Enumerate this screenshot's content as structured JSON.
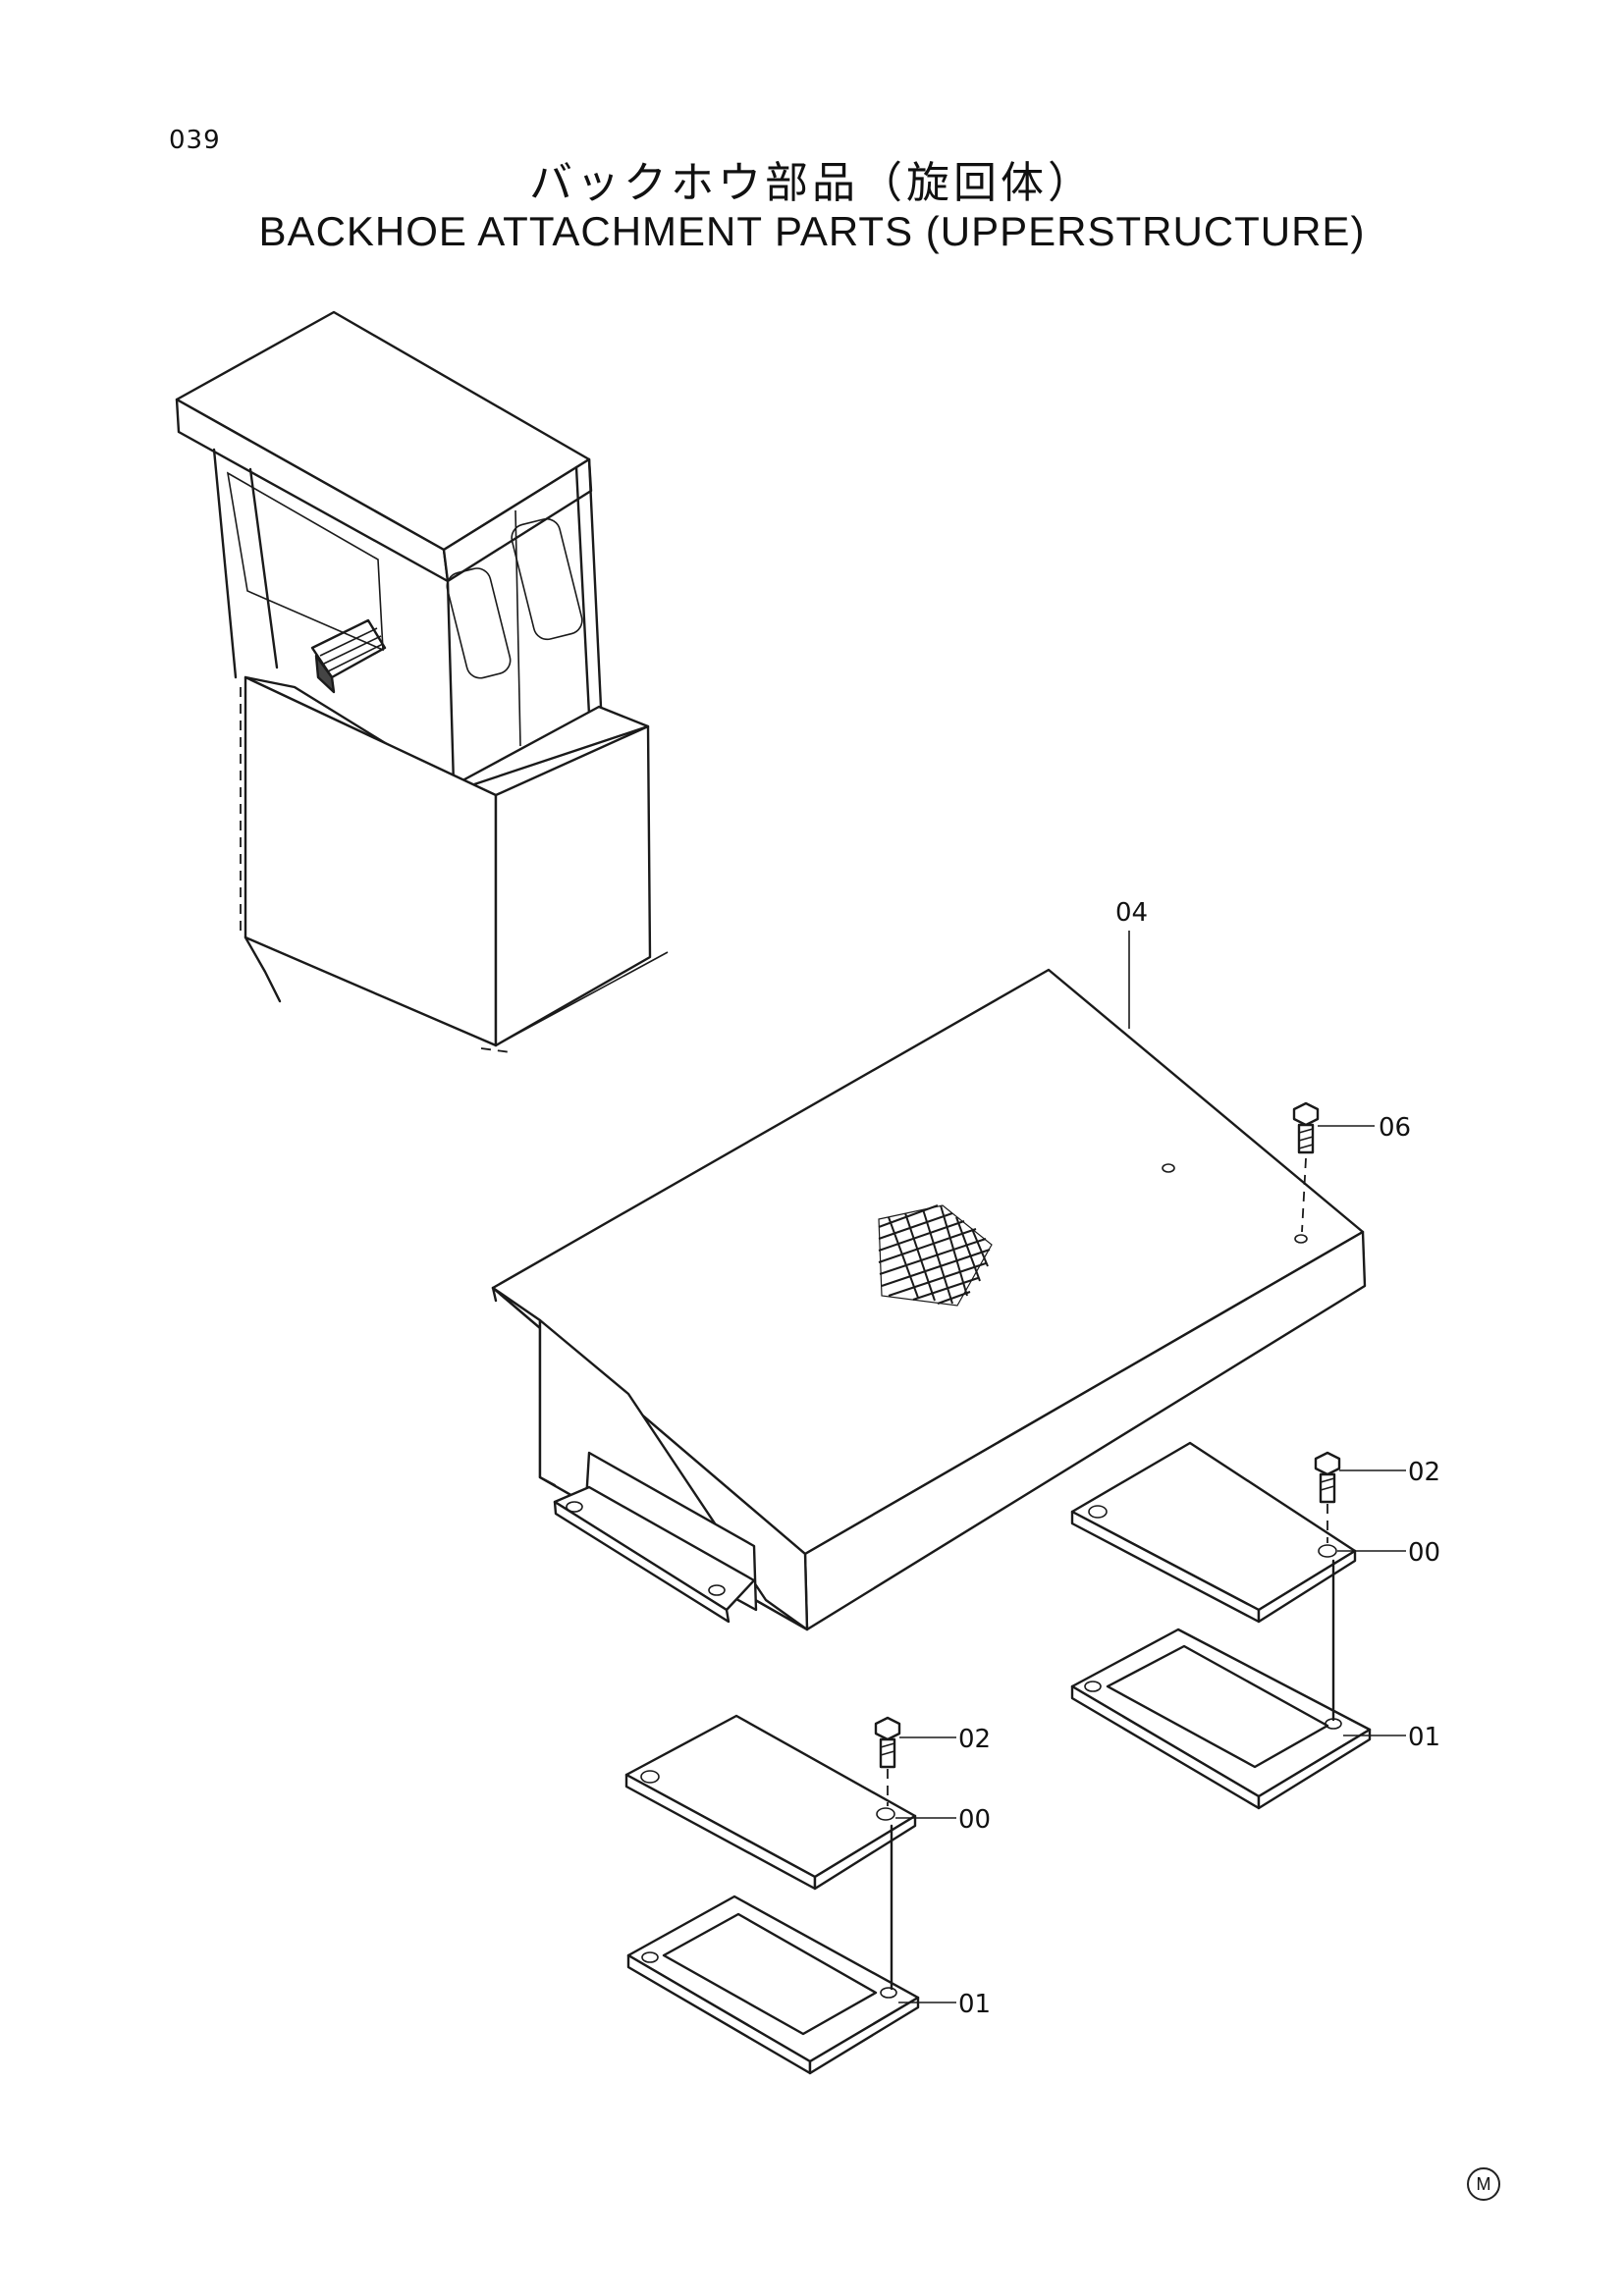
{
  "header": {
    "page_number": "039",
    "title_japanese": "バックホウ部品（旋回体）",
    "title_english": "BACKHOE ATTACHMENT PARTS (UPPERSTRUCTURE)"
  },
  "callouts": {
    "cover": "04",
    "cover_bolt": "06",
    "plate_bolt_right": "02",
    "plate_right": "00",
    "gasket_right": "01",
    "plate_bolt_left": "02",
    "plate_left": "00",
    "gasket_left": "01"
  },
  "footer": {
    "mark": "M"
  }
}
